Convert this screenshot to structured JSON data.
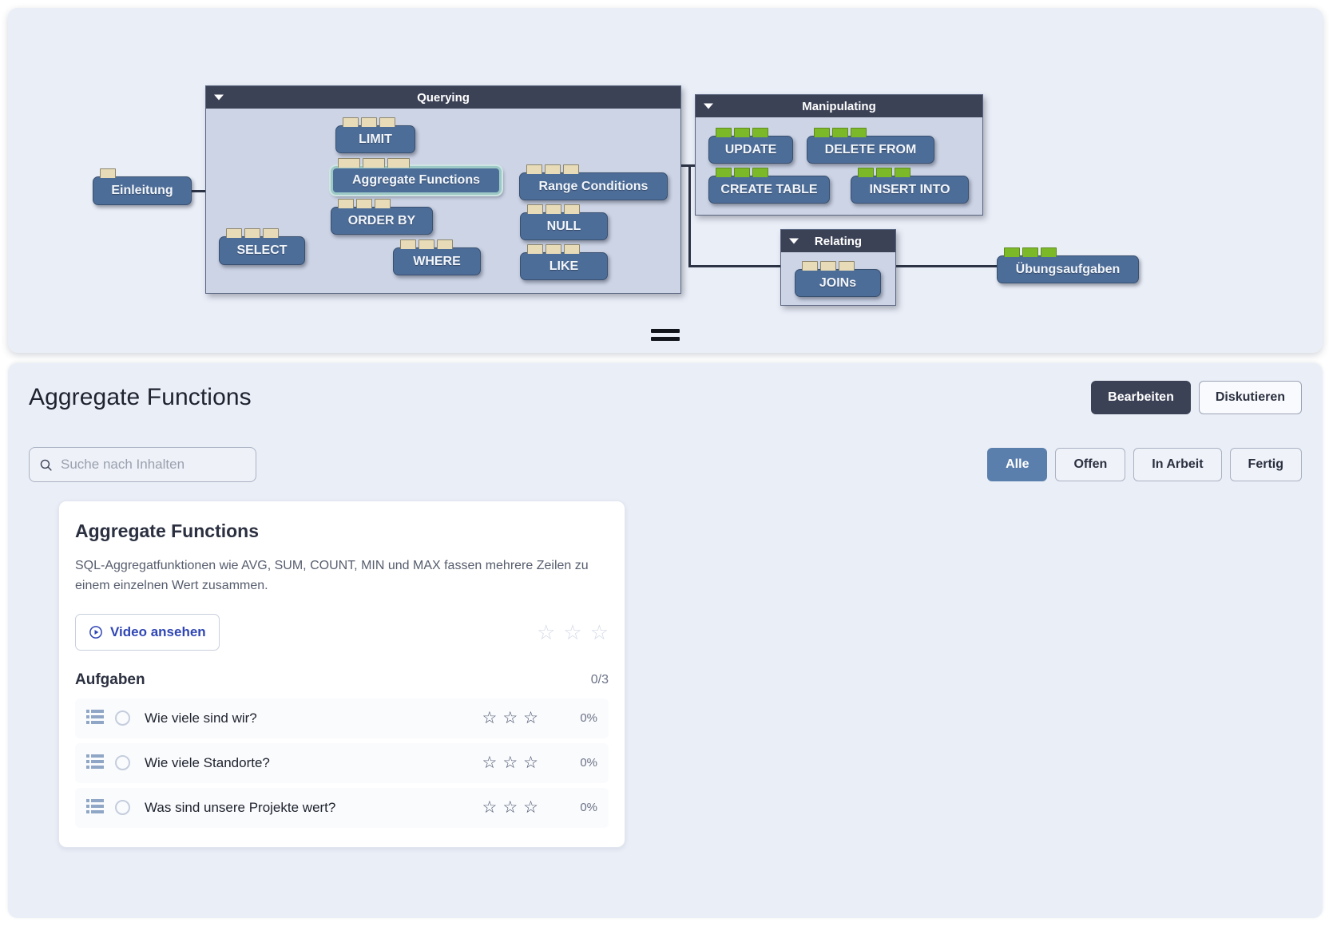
{
  "map": {
    "groups": [
      {
        "id": "querying",
        "title": "Querying",
        "caret": "caret-down-icon"
      },
      {
        "id": "manipulating",
        "title": "Manipulating",
        "caret": "caret-down-icon"
      },
      {
        "id": "relating",
        "title": "Relating",
        "caret": "caret-down-icon"
      }
    ],
    "nodes": [
      {
        "id": "einleitung",
        "label": "Einleitung",
        "tabs": 1,
        "tab_color": "tan",
        "highlight": false
      },
      {
        "id": "limit",
        "label": "LIMIT",
        "tabs": 3,
        "tab_color": "tan",
        "highlight": false
      },
      {
        "id": "aggregate-functions",
        "label": "Aggregate Functions",
        "tabs": 3,
        "tab_color": "tan",
        "highlight": true
      },
      {
        "id": "order-by",
        "label": "ORDER BY",
        "tabs": 3,
        "tab_color": "tan",
        "highlight": false
      },
      {
        "id": "select",
        "label": "SELECT",
        "tabs": 3,
        "tab_color": "tan",
        "highlight": false
      },
      {
        "id": "where",
        "label": "WHERE",
        "tabs": 3,
        "tab_color": "tan",
        "highlight": false
      },
      {
        "id": "range-conditions",
        "label": "Range Conditions",
        "tabs": 3,
        "tab_color": "tan",
        "highlight": false
      },
      {
        "id": "null",
        "label": "NULL",
        "tabs": 3,
        "tab_color": "tan",
        "highlight": false
      },
      {
        "id": "like",
        "label": "LIKE",
        "tabs": 3,
        "tab_color": "tan",
        "highlight": false
      },
      {
        "id": "update",
        "label": "UPDATE",
        "tabs": 3,
        "tab_color": "green",
        "highlight": false
      },
      {
        "id": "delete-from",
        "label": "DELETE FROM",
        "tabs": 3,
        "tab_color": "green",
        "highlight": false
      },
      {
        "id": "create-table",
        "label": "CREATE TABLE",
        "tabs": 3,
        "tab_color": "green",
        "highlight": false
      },
      {
        "id": "insert-into",
        "label": "INSERT INTO",
        "tabs": 3,
        "tab_color": "green",
        "highlight": false
      },
      {
        "id": "joins",
        "label": "JOINs",
        "tabs": 3,
        "tab_color": "tan",
        "highlight": false
      },
      {
        "id": "uebungsaufgaben",
        "label": "Übungsaufgaben",
        "tabs": 3,
        "tab_color": "green",
        "highlight": false
      }
    ],
    "drag_handle": "resize-handle"
  },
  "header": {
    "title": "Aggregate Functions",
    "edit_label": "Bearbeiten",
    "discuss_label": "Diskutieren"
  },
  "toolbar": {
    "search_placeholder": "Suche nach Inhalten",
    "search_value": "",
    "search_icon": "search-icon",
    "filters": [
      {
        "label": "Alle",
        "active": true
      },
      {
        "label": "Offen",
        "active": false
      },
      {
        "label": "In Arbeit",
        "active": false
      },
      {
        "label": "Fertig",
        "active": false
      }
    ]
  },
  "card": {
    "title": "Aggregate Functions",
    "description": "SQL-Aggregatfunktionen wie AVG, SUM, COUNT, MIN und MAX fassen mehrere Zeilen zu einem einzelnen Wert zusammen.",
    "video_label": "Video ansehen",
    "video_icon": "play-circle-icon",
    "rating_stars": 3,
    "rating_filled": 0,
    "tasks_label": "Aufgaben",
    "tasks_count": "0/3",
    "tasks": [
      {
        "label": "Wie viele sind wir?",
        "percent": "0%",
        "stars": 3,
        "filled": 0,
        "icon": "task-list-icon",
        "status_icon": "circle-open-icon"
      },
      {
        "label": "Wie viele Standorte?",
        "percent": "0%",
        "stars": 3,
        "filled": 0,
        "icon": "task-list-icon",
        "status_icon": "circle-open-icon"
      },
      {
        "label": "Was sind unsere Projekte wert?",
        "percent": "0%",
        "stars": 3,
        "filled": 0,
        "icon": "task-list-icon",
        "status_icon": "circle-open-icon"
      }
    ]
  },
  "colors": {
    "panel_bg": "#eaeef7",
    "node_blue": "#4d6d99",
    "group_header": "#3c4256",
    "accent_blue": "#5b7fad",
    "tab_tan": "#e8dcb8",
    "tab_green": "#7cb928",
    "link_blue": "#2f46b4"
  }
}
